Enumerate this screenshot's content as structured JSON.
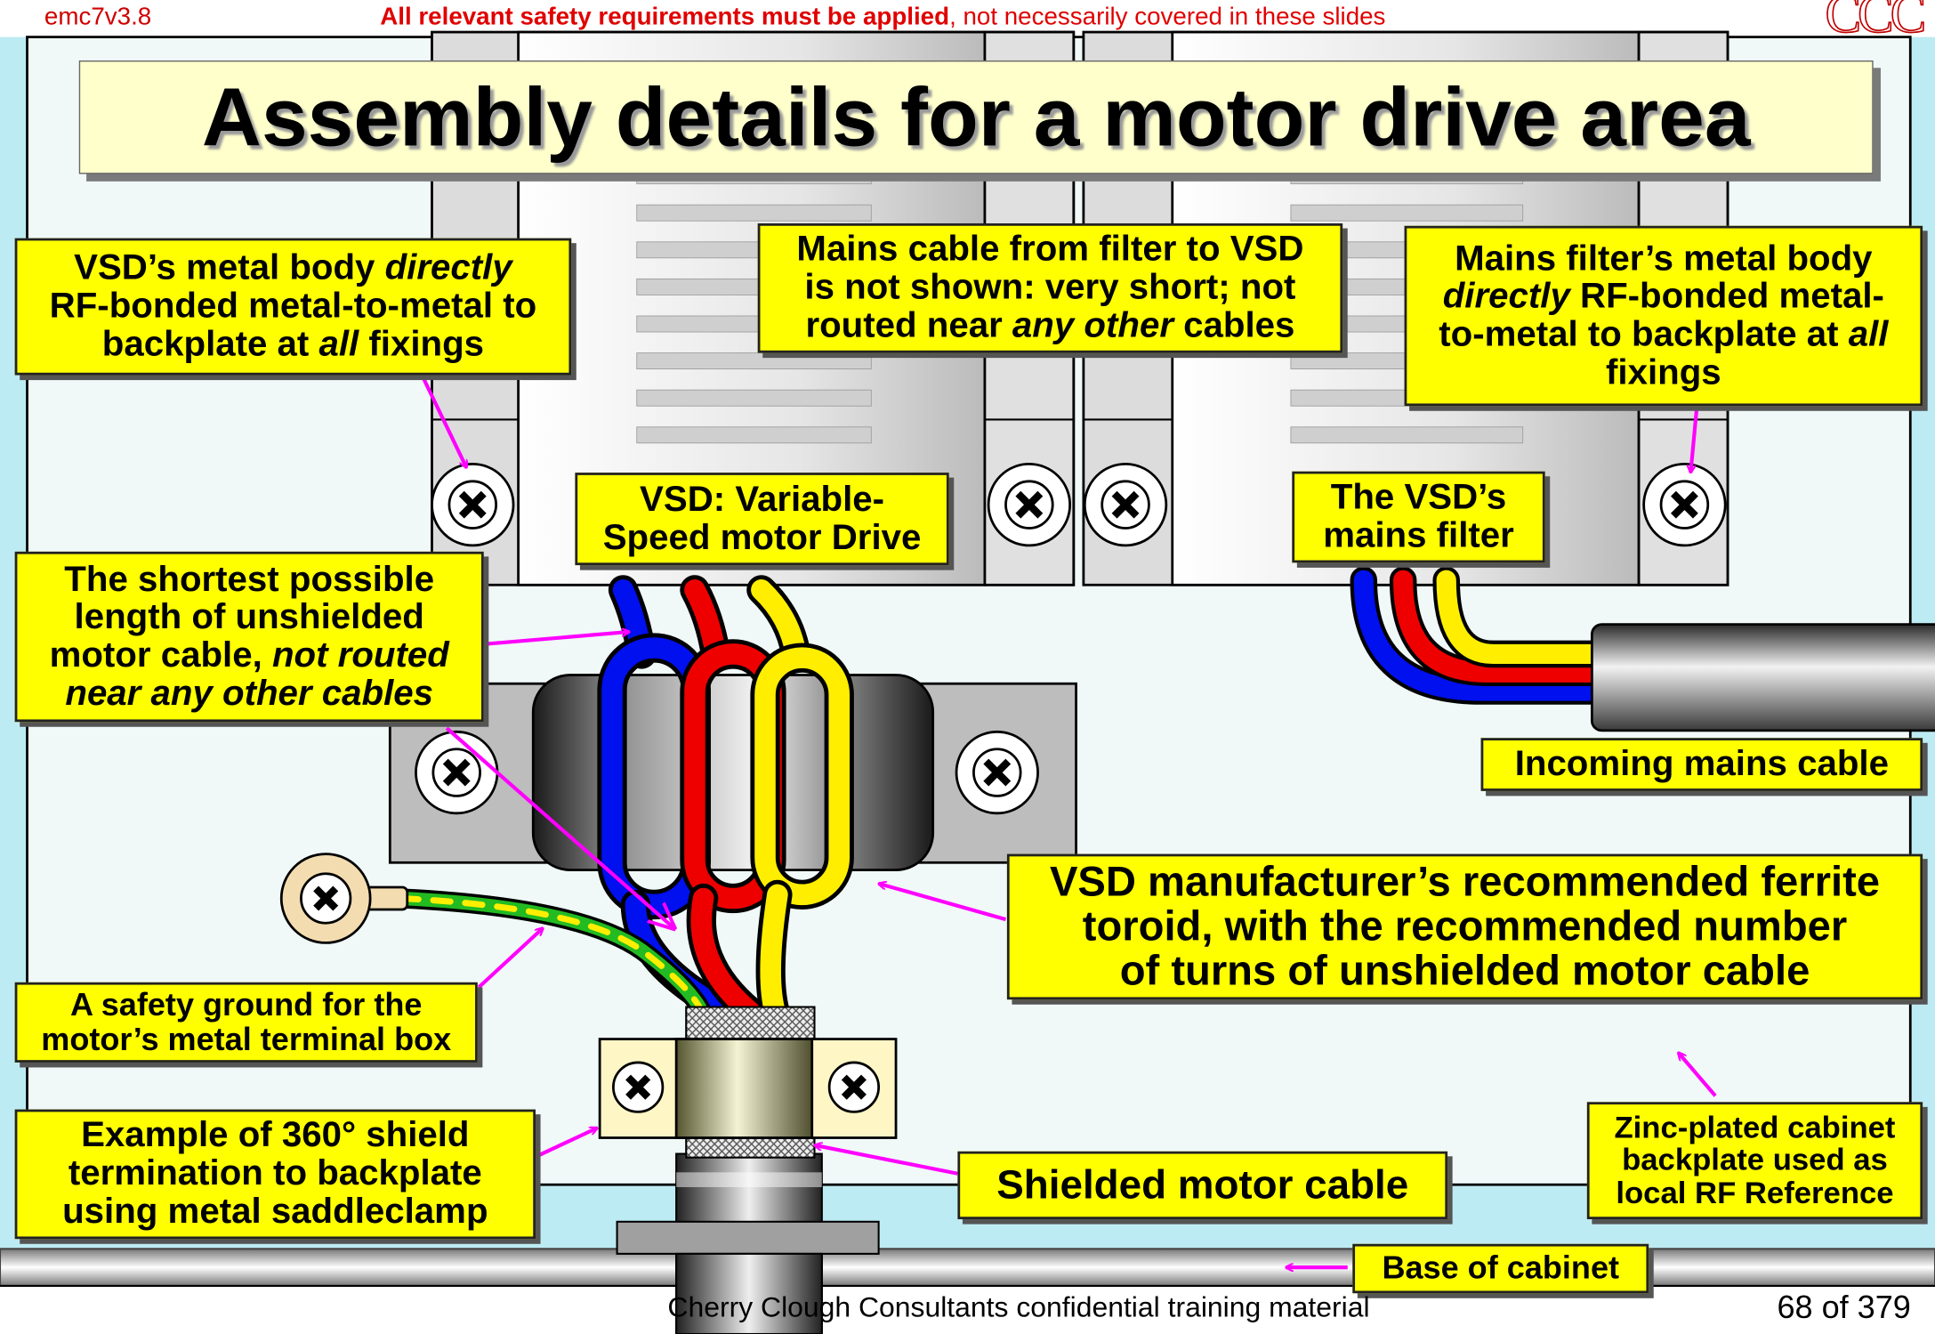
{
  "header": {
    "version": "emc7v3.8",
    "safety_bold": "All relevant safety requirements must be applied",
    "safety_rest": ", not necessarily covered in these slides",
    "logo": "CCC"
  },
  "title": "Assembly details for a motor drive area",
  "callouts": {
    "vsd_body": {
      "l1": "VSD’s metal body ",
      "l1i": "directly",
      "l2": "\nRF-bonded metal-to-metal to\nbackplate at ",
      "l2i": "all",
      "l3": " fixings"
    },
    "mains_cable": {
      "l1": "Mains cable from filter to VSD\nis not shown: very short; not\nrouted near ",
      "l1i": "any other",
      "l2": " cables"
    },
    "filter_body": {
      "l1": "Mains filter’s metal body\n",
      "l1i": "directly",
      "l2": " RF-bonded metal-\nto-metal to backplate at ",
      "l2i": "all",
      "l3": "\nfixings"
    },
    "vsd_label": "VSD: Variable-\nSpeed motor Drive",
    "filter_label": "The VSD’s\nmains filter",
    "unshielded": {
      "l1": "The shortest possible\nlength of unshielded\nmotor cable, ",
      "l1i": "not routed\nnear any other cables"
    },
    "incoming": "Incoming mains cable",
    "ferrite": "VSD manufacturer’s recommended ferrite\ntoroid, with the recommended number\nof turns of unshielded motor cable",
    "safety_ground": "A safety ground for the\nmotor’s metal terminal box",
    "shield_term": "Example of 360° shield\ntermination to backplate\nusing metal saddleclamp",
    "shielded_cable": "Shielded motor cable",
    "zinc": "Zinc-plated cabinet\nbackplate used as\nlocal RF Reference",
    "base": "Base of cabinet"
  },
  "footer": {
    "text": "Cherry Clough Consultants confidential training material",
    "page": "68 of 379"
  },
  "colors": {
    "callout_fill": "#ffff00",
    "title_fill": "#ffffcc",
    "arrow": "#ff00ff",
    "backplate": "#f0f8f8",
    "cabinet": "#bdebf3",
    "wire_blue": "#0010ee",
    "wire_red": "#ee0000",
    "wire_yellow": "#ffee00"
  }
}
